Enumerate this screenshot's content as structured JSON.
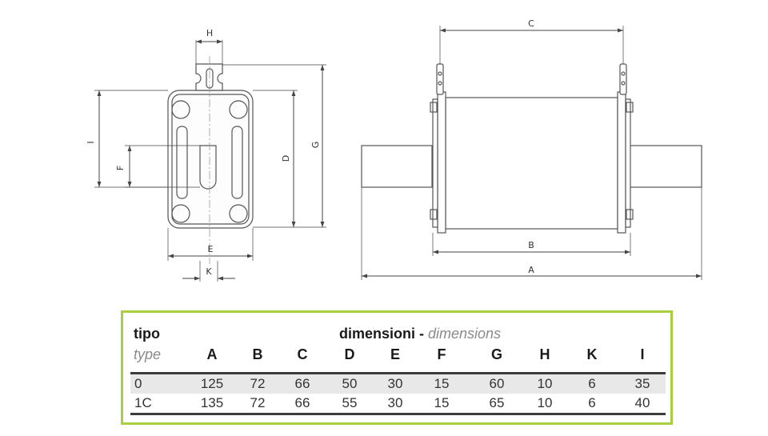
{
  "diagram": {
    "labels": {
      "H": "H",
      "I": "I",
      "F": "F",
      "D": "D",
      "G": "G",
      "E": "E",
      "K": "K",
      "C": "C",
      "B": "B",
      "A": "A"
    }
  },
  "table": {
    "tipo": "tipo",
    "type": "type",
    "dimensioni": "dimensioni",
    "separator": " - ",
    "dimensions": "dimensions",
    "columns": [
      "A",
      "B",
      "C",
      "D",
      "E",
      "F",
      "G",
      "H",
      "K",
      "I"
    ],
    "rows": [
      {
        "name": "0",
        "values": [
          "125",
          "72",
          "66",
          "50",
          "30",
          "15",
          "60",
          "10",
          "6",
          "35"
        ]
      },
      {
        "name": "1C",
        "values": [
          "135",
          "72",
          "66",
          "55",
          "30",
          "15",
          "65",
          "10",
          "6",
          "40"
        ]
      }
    ],
    "colors": {
      "border": "#a7cf3f",
      "row_shade": "#e8e8e8",
      "rule": "#3c3c3c"
    }
  }
}
